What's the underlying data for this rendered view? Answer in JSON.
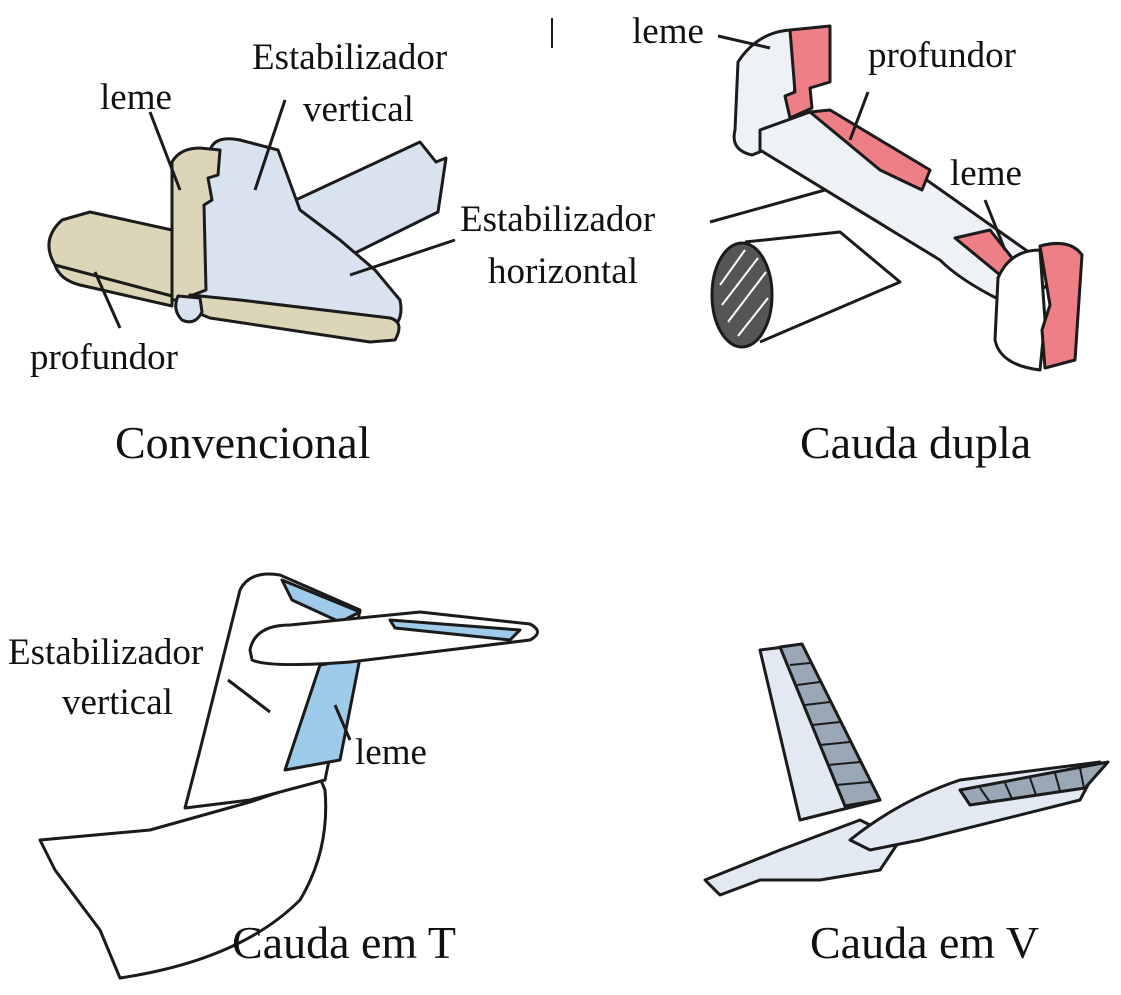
{
  "panels": {
    "conventional": {
      "caption": "Convencional",
      "labels": {
        "rudder": "leme",
        "vstab_1": "Estabilizador",
        "vstab_2": "vertical",
        "hstab_1": "Estabilizador",
        "hstab_2": "horizontal",
        "elevator": "profundor"
      }
    },
    "twin_tail": {
      "caption": "Cauda dupla",
      "labels": {
        "rudder_top": "leme",
        "elevator": "profundor",
        "rudder_right": "leme"
      }
    },
    "t_tail": {
      "caption": "Cauda em T",
      "labels": {
        "vstab_1": "Estabilizador",
        "vstab_2": "vertical",
        "rudder": "leme"
      }
    },
    "v_tail": {
      "caption": "Cauda em V"
    }
  },
  "colors": {
    "conventional_surface": "#ddd5b8",
    "conventional_body": "#d9e2ef",
    "twin_control": "#ef7f86",
    "twin_body": "#eef2f7",
    "t_control": "#9fcbea",
    "v_body": "#e2e9f3",
    "v_control": "#9aa7b6",
    "outline": "#1b1b1b"
  }
}
